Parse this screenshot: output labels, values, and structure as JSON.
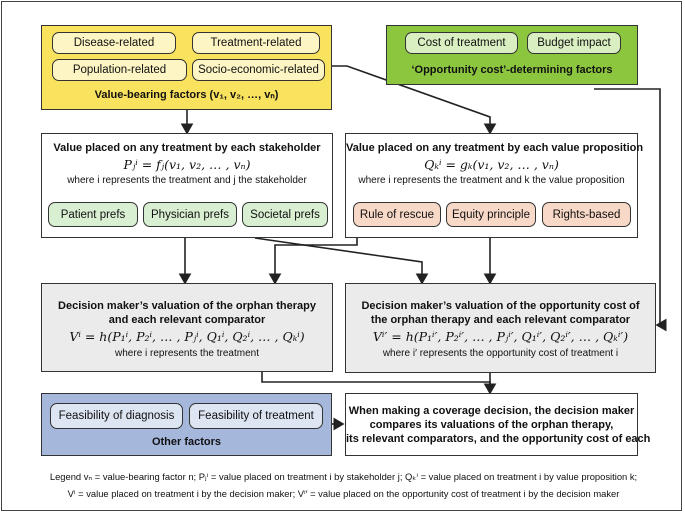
{
  "value_bearing": {
    "items": [
      "Disease-related",
      "Treatment-related",
      "Population-related",
      "Socio-economic-related"
    ],
    "title": "Value-bearing factors (v₁, v₂, …, vₙ)"
  },
  "opportunity": {
    "items": [
      "Cost of treatment",
      "Budget impact"
    ],
    "title": "‘Opportunity cost’-determining factors"
  },
  "stakeholder_box": {
    "title": "Value placed on any treatment by each stakeholder",
    "formula": "Pⱼⁱ = fⱼ(v₁, v₂, … , vₙ)",
    "note": "where i represents the treatment and j the stakeholder",
    "prefs": [
      "Patient prefs",
      "Physician prefs",
      "Societal prefs"
    ]
  },
  "proposition_box": {
    "title": "Value placed on any treatment by each value proposition",
    "formula": "Qₖⁱ = gₖ(v₁, v₂, … , vₙ)",
    "note": "where i represents the treatment and k the value proposition",
    "props": [
      "Rule of rescue",
      "Equity principle",
      "Rights-based"
    ]
  },
  "dm_valuation": {
    "title_line1": "Decision maker’s valuation of the orphan therapy",
    "title_line2": "and each relevant comparator",
    "formula": "Vⁱ = h(P₁ⁱ, P₂ⁱ, … , Pⱼⁱ, Q₁ⁱ, Q₂ⁱ, … , Qₖⁱ)",
    "note": "where i represents the treatment"
  },
  "dm_opportunity": {
    "title_line1": "Decision maker’s valuation of the opportunity cost of",
    "title_line2": "the orphan therapy and each relevant comparator",
    "formula": "Vⁱ′ = h(P₁ⁱ′, P₂ⁱ′, … , Pⱼⁱ′, Q₁ⁱ′, Q₂ⁱ′, … , Qₖⁱ′)",
    "note": "where i′ represents the opportunity cost of treatment i"
  },
  "other_factors": {
    "items": [
      "Feasibility of diagnosis",
      "Feasibility of treatment"
    ],
    "title": "Other factors"
  },
  "decision": {
    "line1": "When making a coverage decision, the decision maker",
    "line2": "compares its valuations of the orphan therapy,",
    "line3": "its relevant comparators, and the opportunity cost of each"
  },
  "legend": {
    "line1": "Legend  vₙ = value-bearing factor n; Pⱼⁱ = value placed on treatment i by stakeholder j; Qₖⁱ = value placed on treatment i by value proposition k;",
    "line2": "Vⁱ = value placed on treatment i by the decision maker;  Vⁱ′ = value placed on the opportunity cost of treatment i by the decision maker"
  },
  "colors": {
    "value_bearing_bg": "#f9e25d",
    "value_bearing_pill": "#fdf5c4",
    "opportunity_bg": "#8cc63f",
    "opportunity_pill": "#d9efc1",
    "prefs_pill": "#d9efd2",
    "props_pill": "#f8d8c6",
    "dm_bg": "#ebebeb",
    "other_bg": "#a5b8dc",
    "other_pill": "#dde4f2"
  }
}
